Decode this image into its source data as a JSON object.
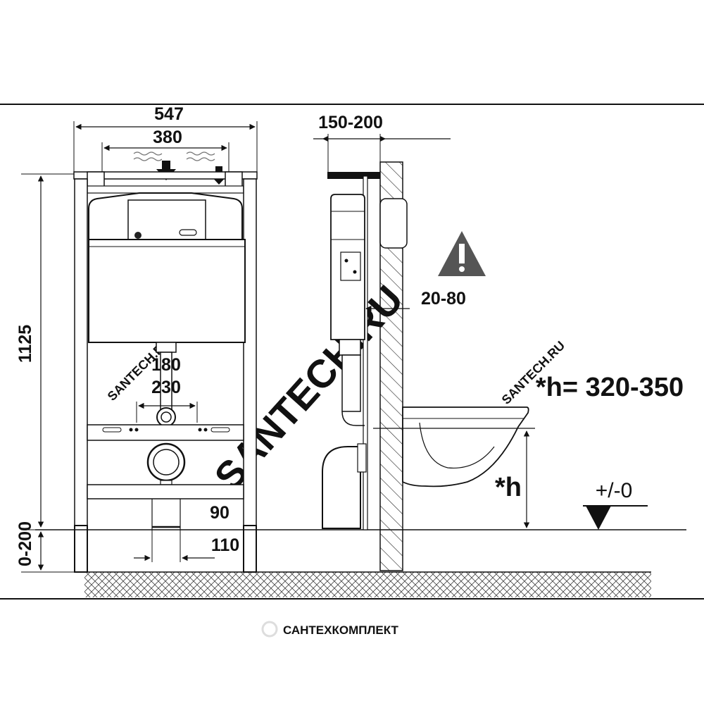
{
  "dimensions": {
    "frame_width": "547",
    "tank_width": "380",
    "frame_height": "1125",
    "leg_adjust": "0-200",
    "outlet_range_1": "180",
    "outlet_range_2": "230",
    "drain_90": "90",
    "drain_110": "110",
    "wall_offset": "150-200",
    "wall_gap": "20-80",
    "seat_height": "*h= 320-350",
    "h_marker": "*h",
    "floor_level": "+/-0"
  },
  "watermarks": {
    "brand_diagonal": "SANTECH.RU",
    "brand_small_1": "SANTECH.RU",
    "brand_small_2": "SANTECH.RU",
    "footer": "САНТЕХКОМПЛЕКТ"
  },
  "icons": {
    "warning": "warning-triangle-icon",
    "level": "floor-level-triangle-icon",
    "footer_logo": "santechkomplekt-logo-icon"
  },
  "colors": {
    "line": "#111111",
    "watermark": "#d9d9d9"
  }
}
